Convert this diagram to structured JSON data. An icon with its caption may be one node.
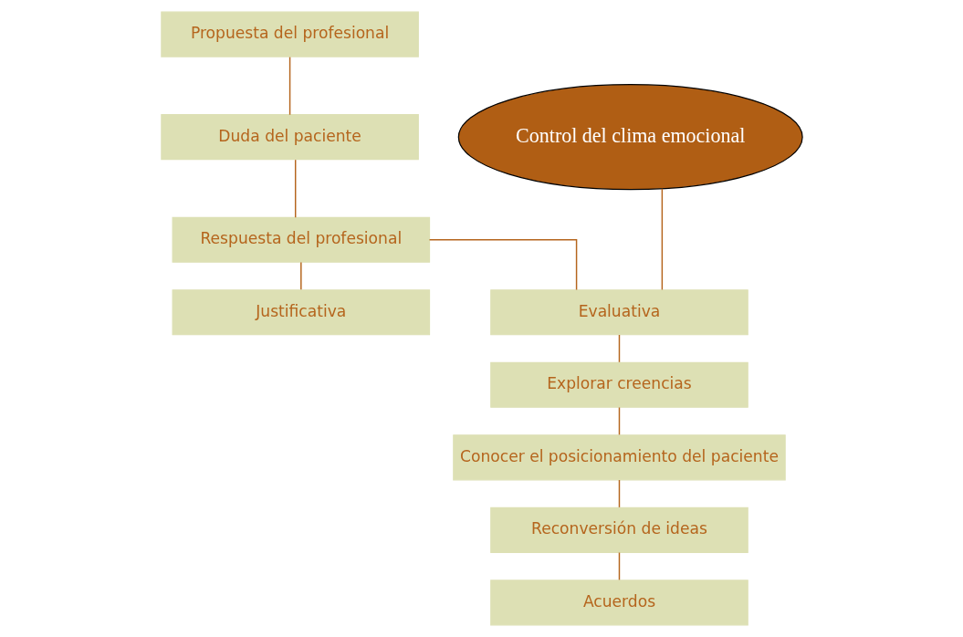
{
  "diagram": {
    "nodes": [
      {
        "text": [
          "Propuesta del profesional"
        ]
      },
      {
        "text": [
          "Duda del paciente"
        ]
      },
      {
        "text": [
          "Control del clima emocional"
        ]
      },
      {
        "text": [
          "Respuesta del profesional"
        ]
      },
      {
        "text": [
          "Justificativa"
        ]
      },
      {
        "text": [
          "Evaluativa"
        ]
      },
      {
        "text": [
          "Explorar creencias"
        ]
      },
      {
        "text": [
          "Conocer el posicionamiento del paciente"
        ]
      },
      {
        "text": [
          "Reconversión de ideas"
        ]
      },
      {
        "text": [
          "Acuerdos"
        ]
      }
    ],
    "edges": [
      {
        "from": 0,
        "to": 1,
        "arrow": "none"
      },
      {
        "from": 1,
        "to": 3,
        "arrow": "none"
      },
      {
        "from": 3,
        "to": 4,
        "arrow": "none"
      },
      {
        "from": 3,
        "to": 5,
        "arrow": "none"
      },
      {
        "from": 2,
        "to": 5,
        "arrow": "none"
      },
      {
        "from": 5,
        "to": 6,
        "arrow": "none"
      },
      {
        "from": 6,
        "to": 7,
        "arrow": "none"
      },
      {
        "from": 7,
        "to": 8,
        "arrow": "none"
      },
      {
        "from": 8,
        "to": 9,
        "arrow": "none"
      }
    ]
  }
}
